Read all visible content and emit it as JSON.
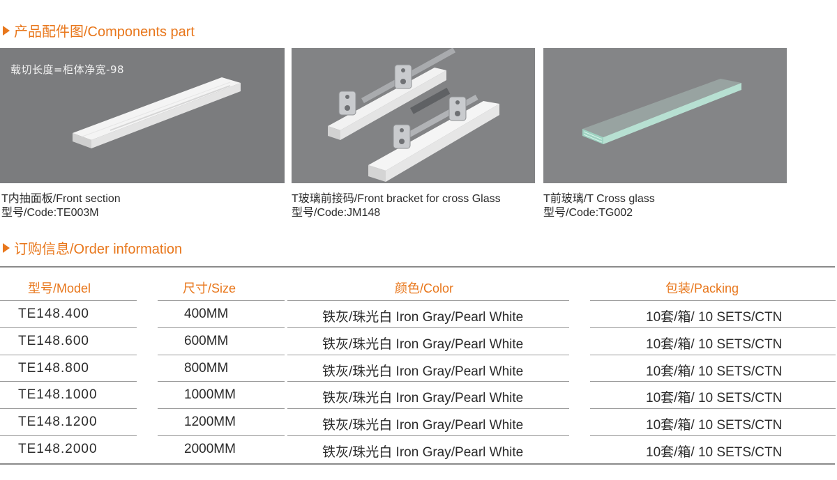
{
  "sections": {
    "components_title": "产品配件图/Components part",
    "order_title": "订购信息/Order information"
  },
  "components": [
    {
      "note": "载切长度=柜体净宽-98",
      "name": "T内抽面板/Front section",
      "code": "型号/Code:TE003M"
    },
    {
      "note": "",
      "name": "T玻璃前接码/Front bracket for cross Glass",
      "code": "型号/Code:JM148"
    },
    {
      "note": "",
      "name": "T前玻璃/T Cross glass",
      "code": "型号/Code:TG002"
    }
  ],
  "order_table": {
    "headers": [
      "型号/Model",
      "尺寸/Size",
      "颜色/Color",
      "包装/Packing"
    ],
    "rows": [
      [
        "TE148.400",
        "400MM",
        "铁灰/珠光白  Iron Gray/Pearl White",
        "10套/箱/  10 SETS/CTN"
      ],
      [
        "TE148.600",
        "600MM",
        "铁灰/珠光白  Iron Gray/Pearl White",
        "10套/箱/  10 SETS/CTN"
      ],
      [
        "TE148.800",
        "800MM",
        "铁灰/珠光白  Iron Gray/Pearl White",
        "10套/箱/  10 SETS/CTN"
      ],
      [
        "TE148.1000",
        "1000MM",
        "铁灰/珠光白  Iron Gray/Pearl White",
        "10套/箱/  10 SETS/CTN"
      ],
      [
        "TE148.1200",
        "1200MM",
        "铁灰/珠光白  Iron Gray/Pearl White",
        "10套/箱/  10 SETS/CTN"
      ],
      [
        "TE148.2000",
        "2000MM",
        "铁灰/珠光白  Iron Gray/Pearl White",
        "10套/箱/  10 SETS/CTN"
      ]
    ]
  },
  "colors": {
    "accent": "#e8771c",
    "panel_bg": "#7d7e80",
    "rule": "#8a8a8a"
  }
}
